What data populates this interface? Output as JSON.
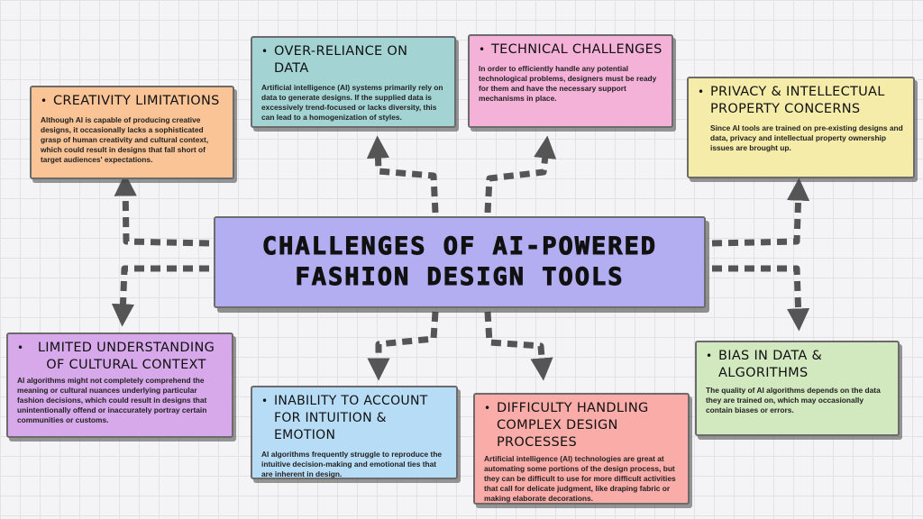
{
  "center_title": "CHALLENGES OF AI-POWERED FASHION DESIGN TOOLS",
  "bullet": "•",
  "cards": {
    "creativity": {
      "title": "CREATIVITY LIMITATIONS",
      "body": "Although AI is capable of producing creative designs, it occasionally lacks a sophisticated grasp of human creativity and cultural context, which could result in designs that fall short of target audiences' expectations.",
      "color": "#fbc497"
    },
    "overreliance": {
      "title": "OVER-RELIANCE ON DATA",
      "body": "Artificial intelligence (AI) systems primarily rely on data to generate designs. If the supplied data is excessively trend-focused or lacks diversity, this can lead to a homogenization of styles.",
      "color": "#a4d3d4"
    },
    "technical": {
      "title": "TECHNICAL CHALLENGES",
      "body": "In order to efficiently handle any potential technological problems, designers must be ready for them and have the necessary support mechanisms in place.",
      "color": "#f4b2d8"
    },
    "privacy": {
      "title": "PRIVACY & INTELLECTUAL PROPERTY CONCERNS",
      "body": "Since AI tools are trained on pre-existing designs and data, privacy and intellectual property ownership issues are brought up.",
      "color": "#f6ecaa"
    },
    "cultural": {
      "title": "LIMITED UNDERSTANDING OF CULTURAL CONTEXT",
      "body": "AI algorithms might not completely comprehend the meaning or cultural nuances underlying particular fashion decisions, which could result in designs that unintentionally offend or inaccurately portray certain communities or customs.",
      "color": "#d7a9eb"
    },
    "intuition": {
      "title": "INABILITY TO ACCOUNT FOR INTUITION & EMOTION",
      "body": "AI algorithms frequently struggle to reproduce the intuitive decision-making and emotional ties that are inherent in design.",
      "color": "#b7dcf6"
    },
    "complexity": {
      "title": "DIFFICULTY HANDLING COMPLEX DESIGN PROCESSES",
      "body": "Artificial intelligence (AI) technologies are great at automating some portions of the design process, but they can be difficult to use for more difficult activities that call for delicate judgment, like draping fabric or making elaborate decorations.",
      "color": "#f9aca8"
    },
    "bias": {
      "title": "BIAS IN DATA & ALGORITHMS",
      "body": "The quality of AI algorithms depends on the data they are trained on, which may occasionally contain biases or errors.",
      "color": "#d2e9c0"
    }
  }
}
